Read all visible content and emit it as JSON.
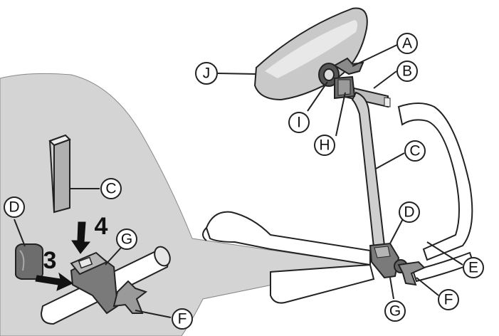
{
  "callouts": {
    "A": "A",
    "B": "B",
    "C_main": "C",
    "C_detail": "C",
    "D_main": "D",
    "D_detail": "D",
    "E": "E",
    "F_main": "F",
    "F_detail": "F",
    "G_main": "G",
    "G_detail": "G",
    "H": "H",
    "I": "I",
    "J": "J"
  },
  "steps": {
    "step3": "3",
    "step4": "4"
  },
  "colors": {
    "zoom_area": "#d4d4d4",
    "part_light": "#e8e8e8",
    "part_mid": "#b5b5b5",
    "part_dark": "#6d6d6d",
    "outline": "#222222"
  }
}
